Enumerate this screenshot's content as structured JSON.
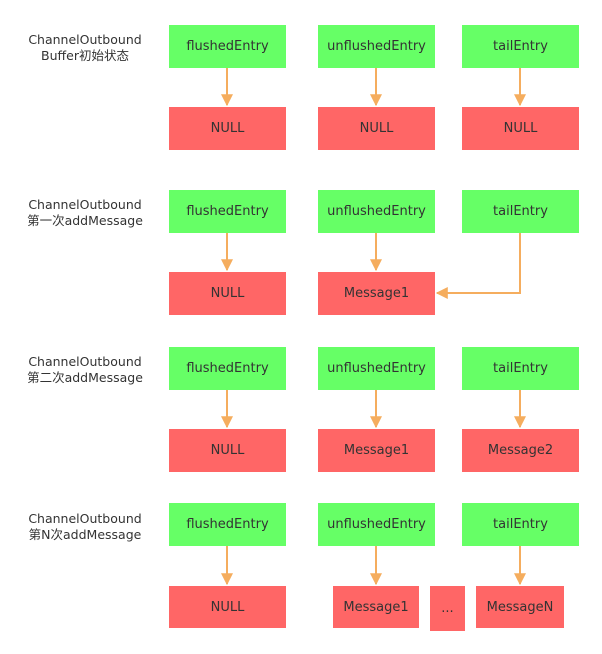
{
  "colors": {
    "pointer_box": "#66ff66",
    "target_box": "#ff6666",
    "arrow": "#f5ad5e"
  },
  "sections": [
    {
      "label": [
        "ChannelOutbound",
        "Buffer初始状态"
      ],
      "pointers": [
        "flushedEntry",
        "unflushedEntry",
        "tailEntry"
      ],
      "targets": [
        "NULL",
        "NULL",
        "NULL"
      ]
    },
    {
      "label": [
        "ChannelOutbound",
        "第一次addMessage"
      ],
      "pointers": [
        "flushedEntry",
        "unflushedEntry",
        "tailEntry"
      ],
      "targets": [
        "NULL",
        "Message1"
      ]
    },
    {
      "label": [
        "ChannelOutbound",
        "第二次addMessage"
      ],
      "pointers": [
        "flushedEntry",
        "unflushedEntry",
        "tailEntry"
      ],
      "targets": [
        "NULL",
        "Message1",
        "Message2"
      ]
    },
    {
      "label": [
        "ChannelOutbound",
        "第N次addMessage"
      ],
      "pointers": [
        "flushedEntry",
        "unflushedEntry",
        "tailEntry"
      ],
      "targets": [
        "NULL",
        "Message1",
        "...",
        "MessageN"
      ]
    }
  ]
}
